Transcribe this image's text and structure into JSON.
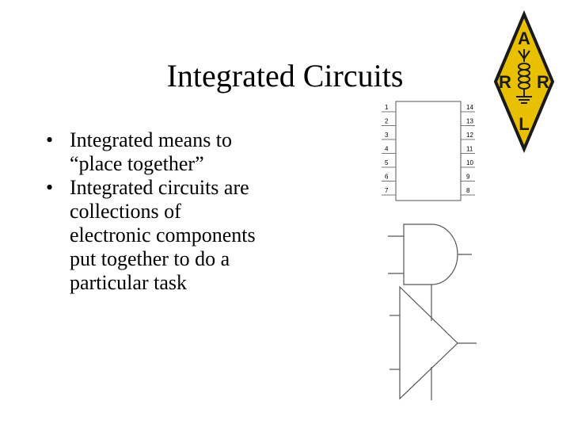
{
  "slide": {
    "title": "Integrated Circuits",
    "bullets": [
      {
        "marker": "•",
        "lines": [
          "Integrated means to",
          "“place together”"
        ]
      },
      {
        "marker": "•",
        "lines": [
          "Integrated circuits are",
          "collections of",
          "electronic components",
          "put together to do a",
          "particular task"
        ]
      }
    ]
  },
  "ic_chip": {
    "left_pins": [
      "1",
      "2",
      "3",
      "4",
      "5",
      "6",
      "7"
    ],
    "right_pins": [
      "14",
      "13",
      "12",
      "11",
      "10",
      "9",
      "8"
    ]
  },
  "logo": {
    "letters": {
      "top": "A",
      "left": "R",
      "right": "R",
      "bottom": "L"
    },
    "colors": {
      "fill": "#e8c000",
      "outline": "#1a1a1a"
    }
  }
}
